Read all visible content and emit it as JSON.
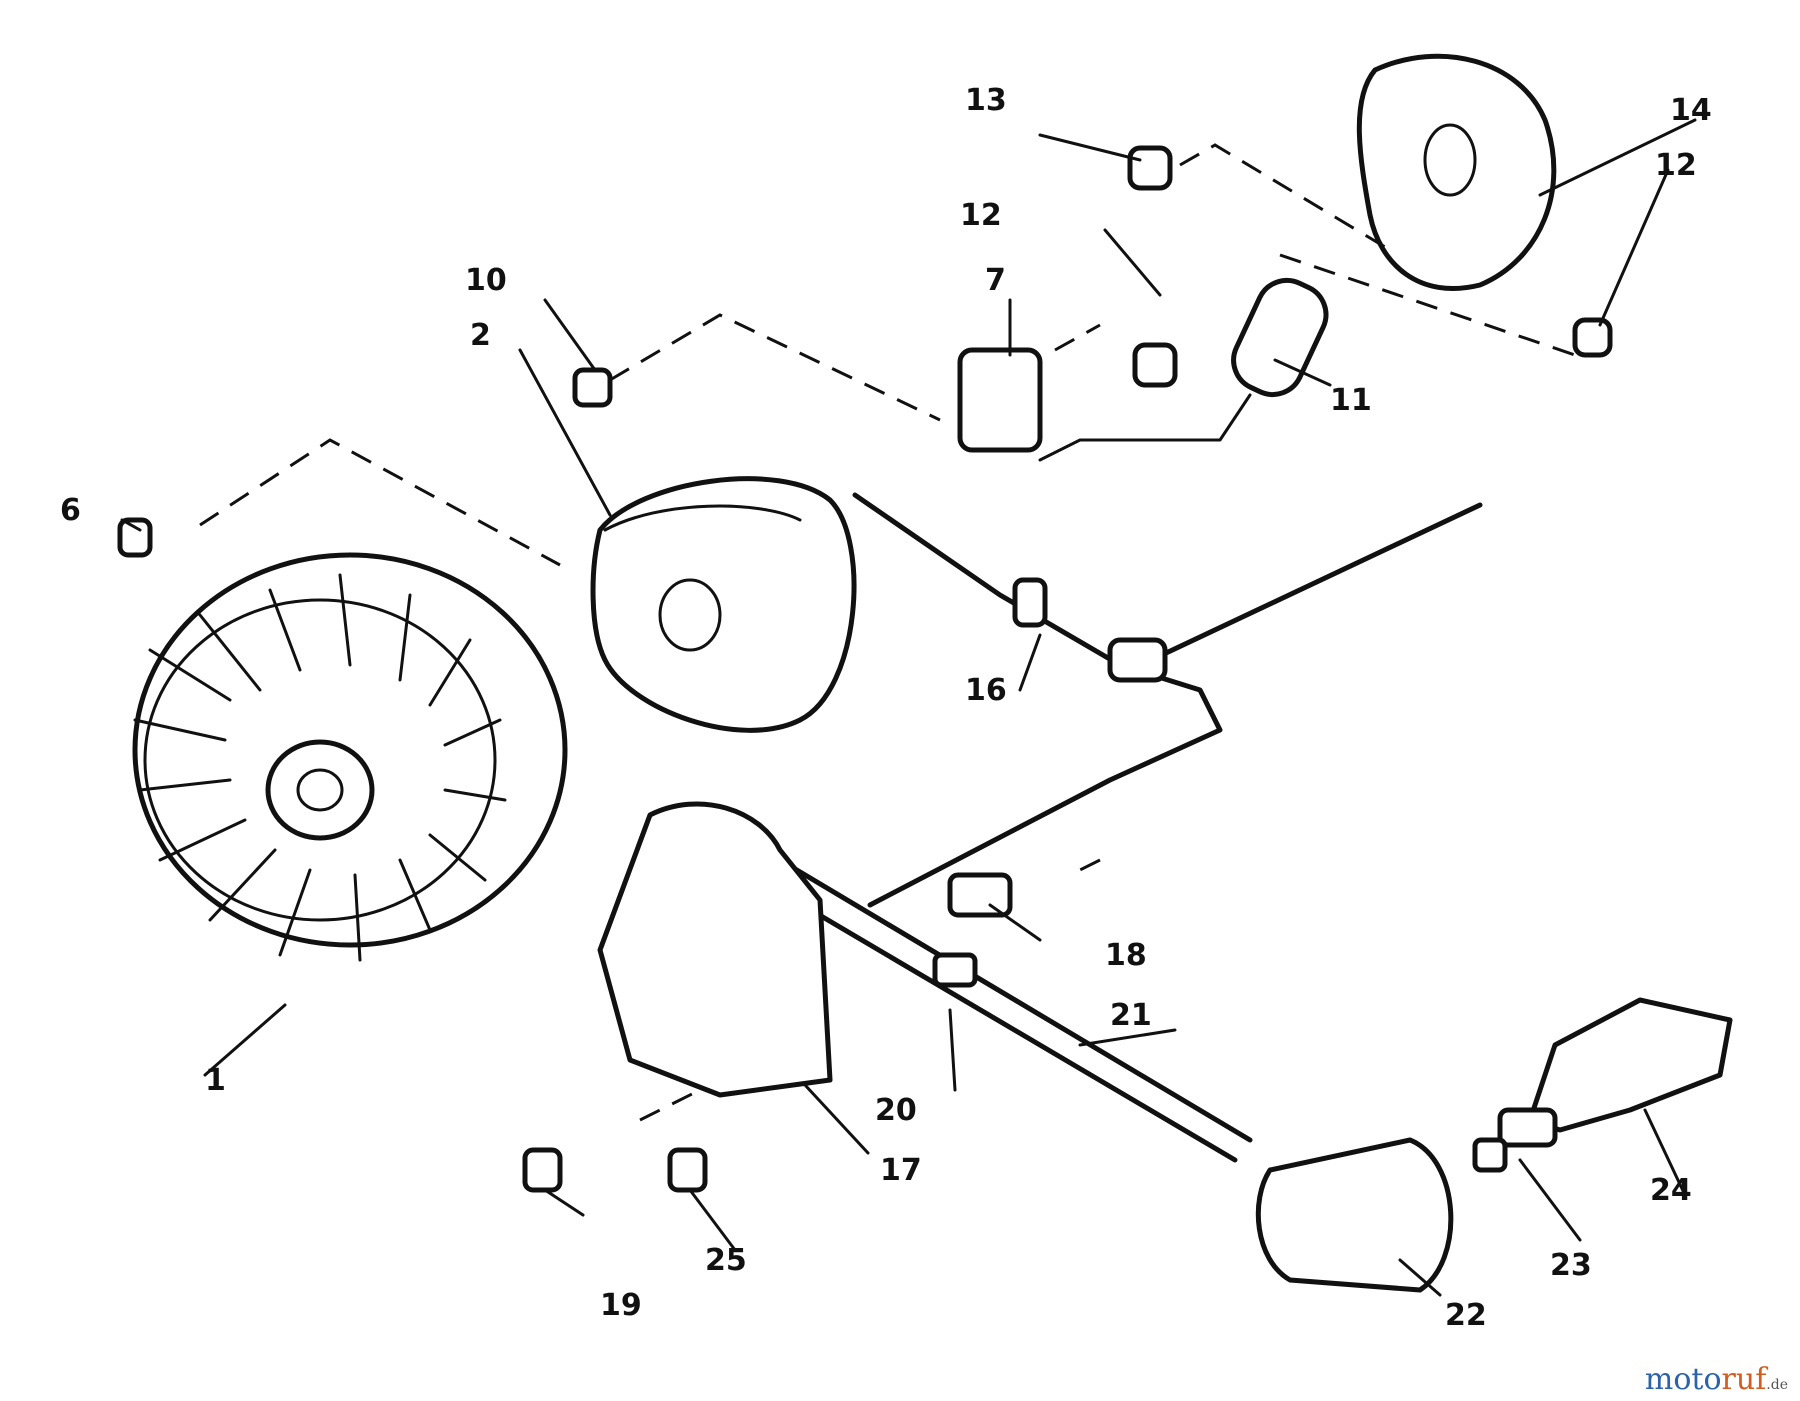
{
  "labels": [
    {
      "id": "1",
      "text": "1"
    },
    {
      "id": "2",
      "text": "2"
    },
    {
      "id": "6",
      "text": "6"
    },
    {
      "id": "7",
      "text": "7"
    },
    {
      "id": "10",
      "text": "10"
    },
    {
      "id": "11",
      "text": "11"
    },
    {
      "id": "12a",
      "text": "12"
    },
    {
      "id": "12b",
      "text": "12"
    },
    {
      "id": "13",
      "text": "13"
    },
    {
      "id": "14",
      "text": "14"
    },
    {
      "id": "16",
      "text": "16"
    },
    {
      "id": "17",
      "text": "17"
    },
    {
      "id": "18",
      "text": "18"
    },
    {
      "id": "19",
      "text": "19"
    },
    {
      "id": "20",
      "text": "20"
    },
    {
      "id": "21",
      "text": "21"
    },
    {
      "id": "22",
      "text": "22"
    },
    {
      "id": "23",
      "text": "23"
    },
    {
      "id": "24",
      "text": "24"
    },
    {
      "id": "25",
      "text": "25"
    }
  ],
  "watermark": {
    "part1": "moto",
    "part2": "ruf",
    "suffix": ".de"
  },
  "colors": {
    "ink": "#111111",
    "brand_blue": "#2a63a8",
    "brand_orange": "#d35d1e"
  }
}
